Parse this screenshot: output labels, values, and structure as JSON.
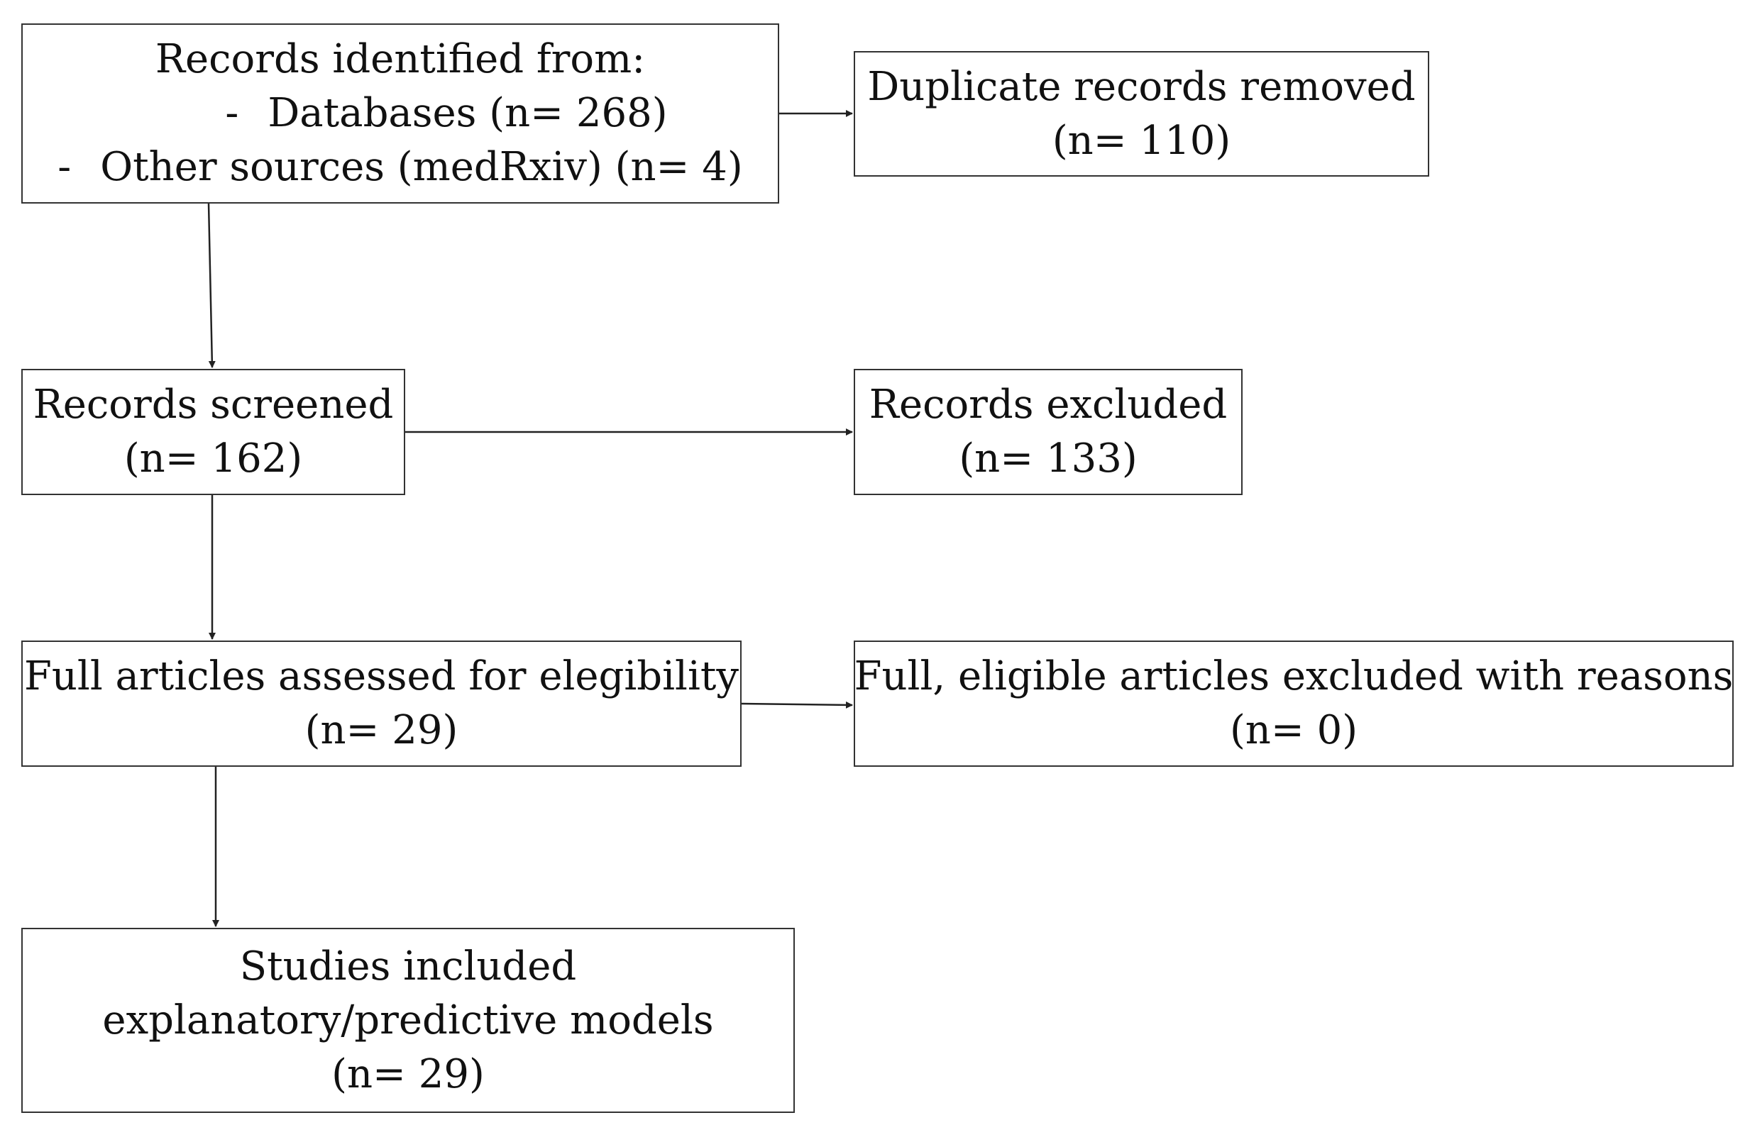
{
  "diagram": {
    "identified": {
      "heading": "Records identified from:",
      "sources": [
        {
          "dash": "-",
          "text": "Databases (n= 268)"
        },
        {
          "dash": "-",
          "text": "Other sources (medRxiv) (n= 4)"
        }
      ]
    },
    "duplicates": {
      "label": "Duplicate records removed",
      "count": "(n= 110)"
    },
    "screened": {
      "label": "Records screened",
      "count": "(n= 162)"
    },
    "excluded": {
      "label": "Records excluded",
      "count": "(n= 133)"
    },
    "full_assessed": {
      "label": "Full articles assessed for elegibility",
      "count": "(n= 29)"
    },
    "full_excluded": {
      "label": "Full, eligible articles excluded with reasons",
      "count": "(n= 0)"
    },
    "included": {
      "label_line1": "Studies included",
      "label_line2": "explanatory/predictive models",
      "count": "(n= 29)"
    }
  }
}
